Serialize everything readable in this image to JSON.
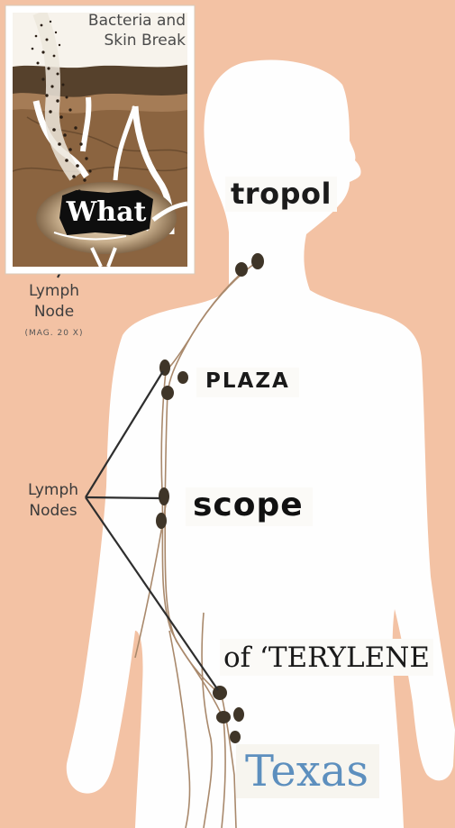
{
  "labels": {
    "inset_title_line1": "Bacteria and",
    "inset_title_line2": "Skin Break",
    "lymph_node_line1": "Lymph",
    "lymph_node_line2": "Node",
    "magnification": "(MAG. 20 X)",
    "lymph_nodes_line1": "Lymph",
    "lymph_nodes_line2": "Nodes"
  },
  "cutouts": {
    "what": "What",
    "tropol": "tropol",
    "plaza": "PLAZA",
    "scope": "scope",
    "terylene": "of ‘TERYLENE",
    "texas": "Texas"
  },
  "colors": {
    "background": "#f3c2a4",
    "body": "#fefefe",
    "inset_frame": "#ffffff",
    "skin_dark": "#56412c",
    "tissue": "#8b6440",
    "lymph_node": "#3f3528",
    "texas_text": "#5d8fbe"
  }
}
